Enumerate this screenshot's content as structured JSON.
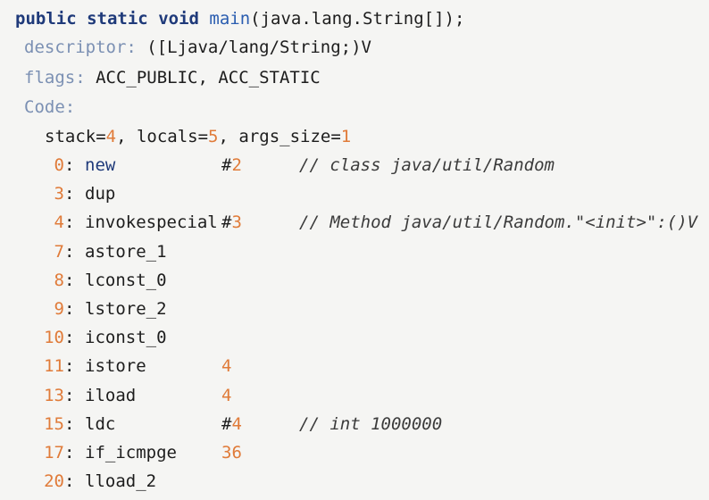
{
  "signature": {
    "kw1": "public",
    "kw2": "static",
    "kw3": "void",
    "name": "main",
    "params": "(java.lang.String[]);"
  },
  "descriptor": {
    "key": "descriptor:",
    "value": "([Ljava/lang/String;)V"
  },
  "flags": {
    "key": "flags:",
    "value": "ACC_PUBLIC, ACC_STATIC"
  },
  "code": {
    "key": "Code:"
  },
  "stack": {
    "label1": "stack=",
    "stack": "4",
    "label2": ", locals=",
    "locals": "5",
    "label3": ", args_size=",
    "args": "1"
  },
  "instructions": [
    {
      "index": "0",
      "op": "new",
      "arg": "2",
      "arg_hash": "#",
      "comment": "// class java/util/Random"
    },
    {
      "index": "3",
      "op": "dup",
      "arg": "",
      "arg_hash": "",
      "comment": ""
    },
    {
      "index": "4",
      "op": "invokespecial",
      "arg": "3",
      "arg_hash": "#",
      "comment": "// Method java/util/Random.\"<init>\":()V"
    },
    {
      "index": "7",
      "op": "astore_1",
      "arg": "",
      "arg_hash": "",
      "comment": ""
    },
    {
      "index": "8",
      "op": "lconst_0",
      "arg": "",
      "arg_hash": "",
      "comment": ""
    },
    {
      "index": "9",
      "op": "lstore_2",
      "arg": "",
      "arg_hash": "",
      "comment": ""
    },
    {
      "index": "10",
      "op": "iconst_0",
      "arg": "",
      "arg_hash": "",
      "comment": ""
    },
    {
      "index": "11",
      "op": "istore",
      "arg": "4",
      "arg_hash": "",
      "comment": ""
    },
    {
      "index": "13",
      "op": "iload",
      "arg": "4",
      "arg_hash": "",
      "comment": ""
    },
    {
      "index": "15",
      "op": "ldc",
      "arg": "4",
      "arg_hash": "#",
      "comment": "// int 1000000"
    },
    {
      "index": "17",
      "op": "if_icmpge",
      "arg": "36",
      "arg_hash": "",
      "comment": ""
    },
    {
      "index": "20",
      "op": "lload_2",
      "arg": "",
      "arg_hash": "",
      "comment": ""
    }
  ],
  "colors": {
    "background": "#f5f5f3",
    "keyword": "#1f3a7a",
    "method_name": "#2a5db0",
    "number": "#e07b39",
    "meta_key": "#7b90b3"
  }
}
